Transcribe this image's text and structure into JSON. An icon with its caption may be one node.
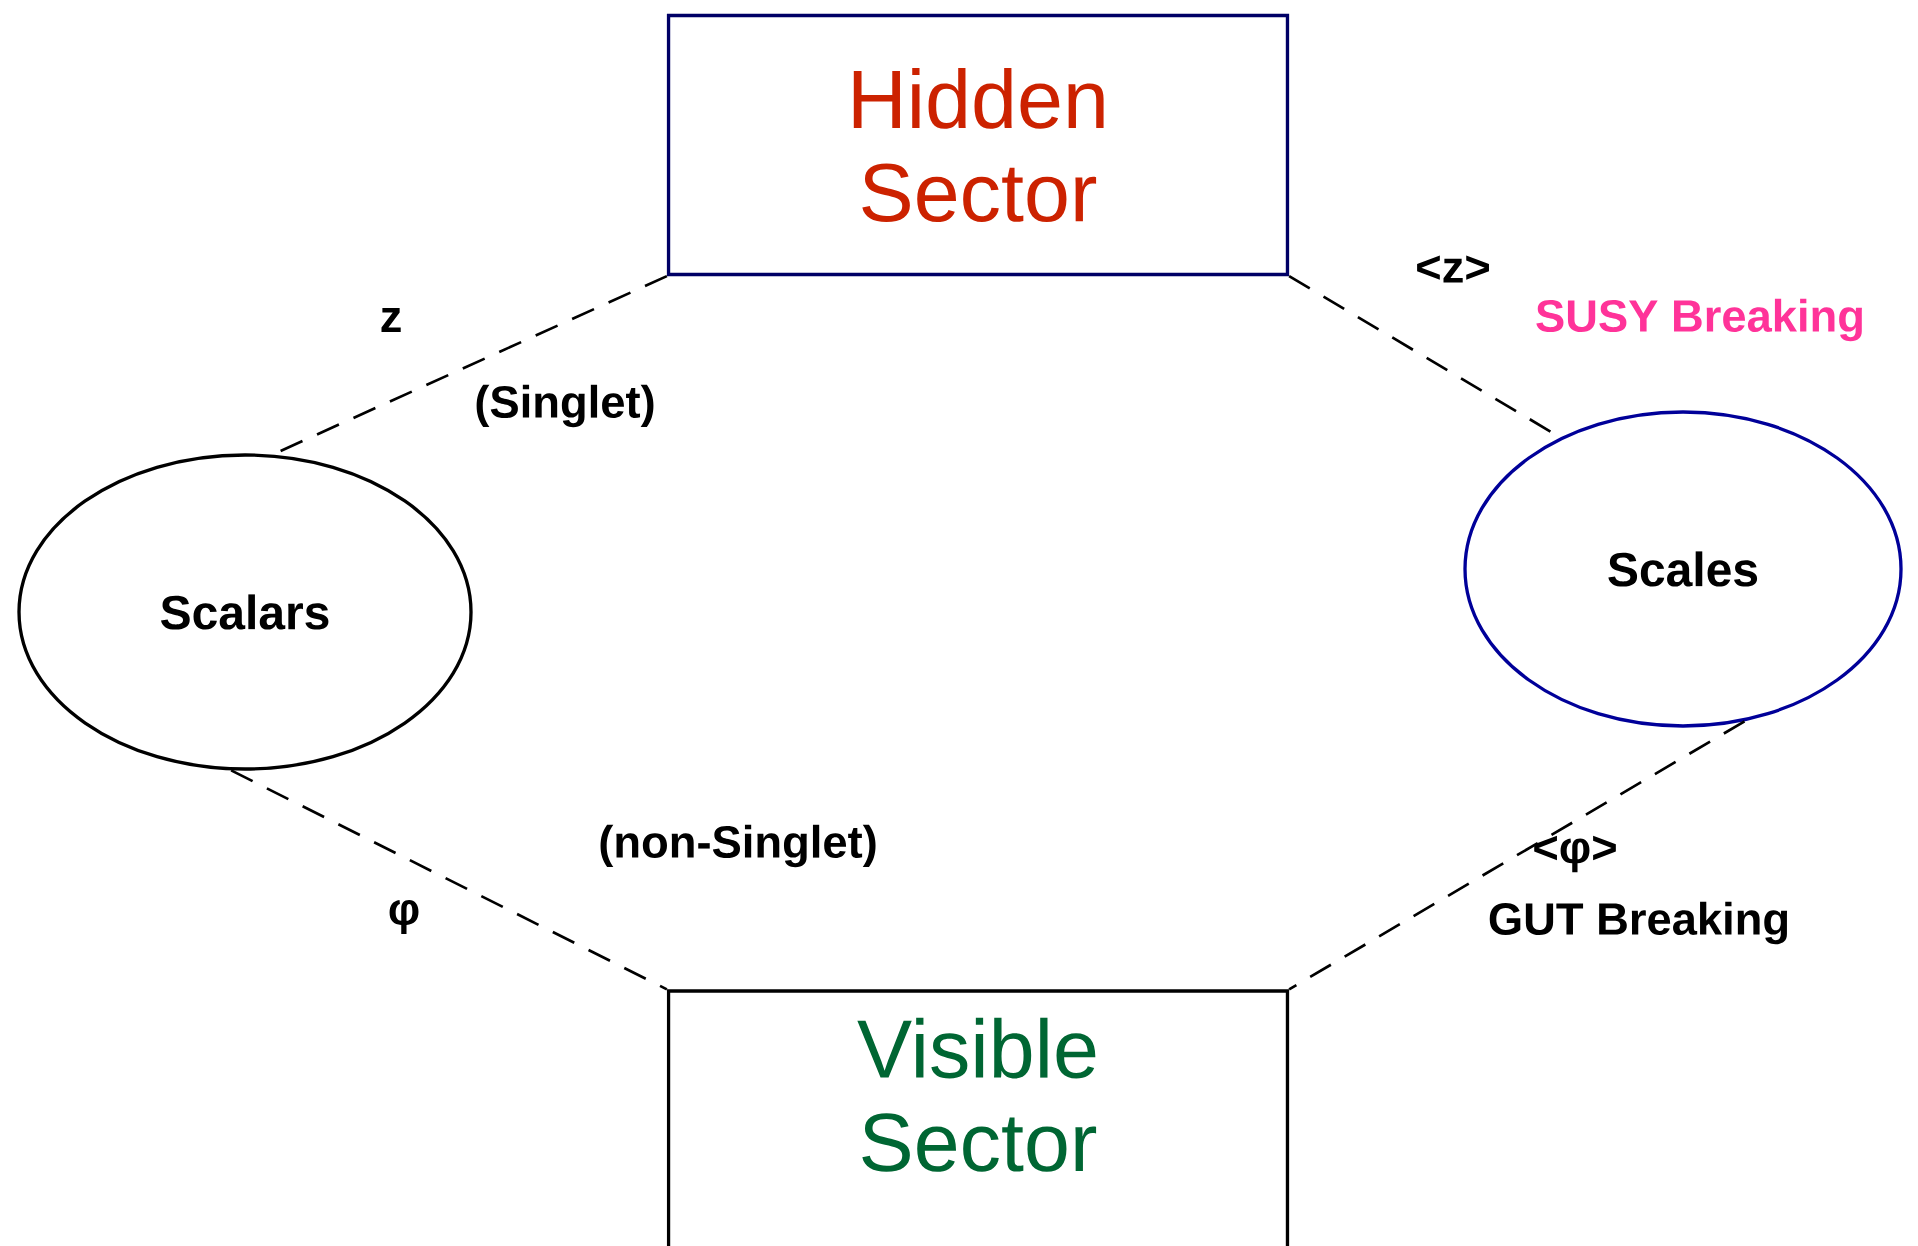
{
  "diagram": {
    "nodes": [
      {
        "text": [
          "Hidden Sector"
        ]
      },
      {
        "text": [
          "Scalars"
        ]
      },
      {
        "text": [
          "Scales"
        ]
      },
      {
        "text": [
          "Visible Sector"
        ]
      }
    ],
    "edges": [
      {
        "from": 0,
        "to": 1,
        "arrow": "none",
        "style": "dashed"
      },
      {
        "from": 1,
        "to": 3,
        "arrow": "none",
        "style": "dashed"
      },
      {
        "from": 0,
        "to": 2,
        "arrow": "none",
        "style": "dashed"
      },
      {
        "from": 2,
        "to": 3,
        "arrow": "none",
        "style": "dashed"
      }
    ],
    "labels": [
      "z",
      "(Singlet)",
      "<z>",
      "SUSY Breaking",
      "(non-Singlet)",
      "φ",
      "<φ>",
      "GUT Breaking"
    ]
  }
}
